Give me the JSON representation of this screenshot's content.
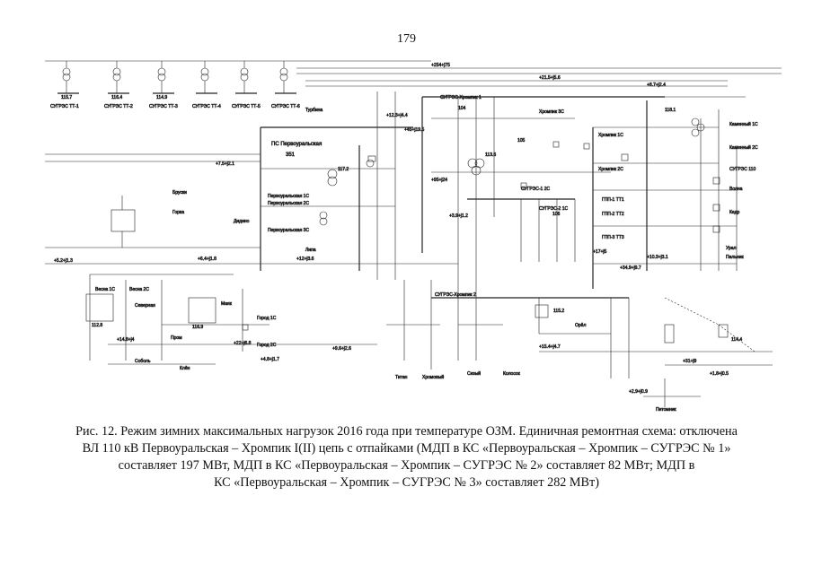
{
  "page": {
    "number": "179"
  },
  "diagram": {
    "labels": {
      "substation_main": "ПС Первоуральская",
      "node_351": "351",
      "sugres_1": "СУГРЭС-Хромпик 1",
      "sugres_2": "СУГРЭС-Хромпик 2",
      "node_104": "104",
      "node_105": "105",
      "node_106": "106",
      "pervouralskaya_ks": "Первоуральская 1С",
      "pervouralskaya_2c": "Первоуральская 2С",
      "pervouralskaya_3s": "Первоуральская 3С",
      "khrompik_1s": "Хромпик 1С",
      "khrompik_2s": "Хромпик 2С",
      "khromstal": "Хромпик 3С",
      "sugres_ks1": "СУГРЭС-1 2С",
      "sugres_ks2": "СУГРЭС-2 1С",
      "gtp1": "ГПП-1 ТТ1",
      "gtp2": "ГПП-2 ТТ2",
      "gtp3": "ГПП-3 ТТ3",
      "sugres_110": "СУГРЭС 110",
      "volna": "Волна",
      "kedr": "Кедр",
      "ural": "Урал",
      "palnik": "Пальник",
      "titan": "Титан",
      "khromovyi": "Хромовый",
      "sugres_t1": "СУГРЭС ТТ-1",
      "sugres_t2": "СУГРЭС ТТ-2",
      "sugres_t3": "СУГРЭС ТТ-3",
      "sugres_t4": "СУГРЭС ТТ-4",
      "sugres_t5": "СУГРЭС ТТ-5",
      "sugres_t6": "СУГРЭС ТТ-6",
      "turbina": "Турбина",
      "ves_1s": "Весна 1С",
      "ves_2s": "Весна 2С",
      "sever": "Северная",
      "kamennyi": "Каменный 1С",
      "kamennyi2": "Каменный 2С",
      "maiak": "Маяк",
      "prom": "Пром",
      "goroda_1": "Город 1С",
      "goroda_2": "Город 2С",
      "bruski": "Бруски",
      "gorka": "Горка",
      "ditsk": "Дидино",
      "lipa": "Липа",
      "sizy": "Сизый",
      "kolosok": "Колосок",
      "orel": "Орёл",
      "sobol": "Соболь",
      "klyon": "Клён",
      "pitomnik": "Питомник",
      "val_1": "+21.5+j5.6",
      "val_2": "+8.7+j2.4",
      "val_3": "+45+j19.5",
      "val_4": "+7.5+j2.1",
      "val_5": "+254+j75",
      "val_6": "+12.3+j4.4",
      "val_7": "+95+j24",
      "val_8": "+3.9+j1.2",
      "val_9": "+17+j5",
      "val_10": "+34.9+j9.7",
      "val_11": "+6.4+j1.8",
      "val_12": "+12+j3.6",
      "val_13": "+5.2+j1.3",
      "val_14": "+22+j6.8",
      "val_15": "+14.8+j4",
      "val_16": "+4.8+j1.7",
      "val_17": "+9.6+j2.6",
      "val_18": "+15.4+j4.7",
      "val_19": "+31+j9",
      "val_20": "+2.9+j0.9",
      "val_21": "+1.8+j0.5",
      "val_22": "+10.3+j3.1",
      "v_1": "115.7",
      "v_2": "116.4",
      "v_3": "114.9",
      "v_4": "117.2",
      "v_5": "113.6",
      "v_6": "118.1",
      "v_7": "112.8",
      "v_8": "116.9",
      "v_9": "115.2",
      "v_10": "114.4"
    }
  },
  "caption": {
    "line1": "Рис. 12. Режим зимних максимальных нагрузок 2016 года при температуре ОЗМ. Единичная ремонтная схема: отключена",
    "line2": "ВЛ 110 кВ Первоуральская – Хромпик I(II) цепь с отпайками (МДП в КС «Первоуральская – Хромпик – СУГРЭС № 1»",
    "line3": "составляет 197 МВт, МДП в КС «Первоуральская – Хромпик – СУГРЭС № 2» составляет 82 МВт; МДП в",
    "line4": "КС «Первоуральская – Хромпик – СУГРЭС № 3» составляет 282 МВт)"
  }
}
